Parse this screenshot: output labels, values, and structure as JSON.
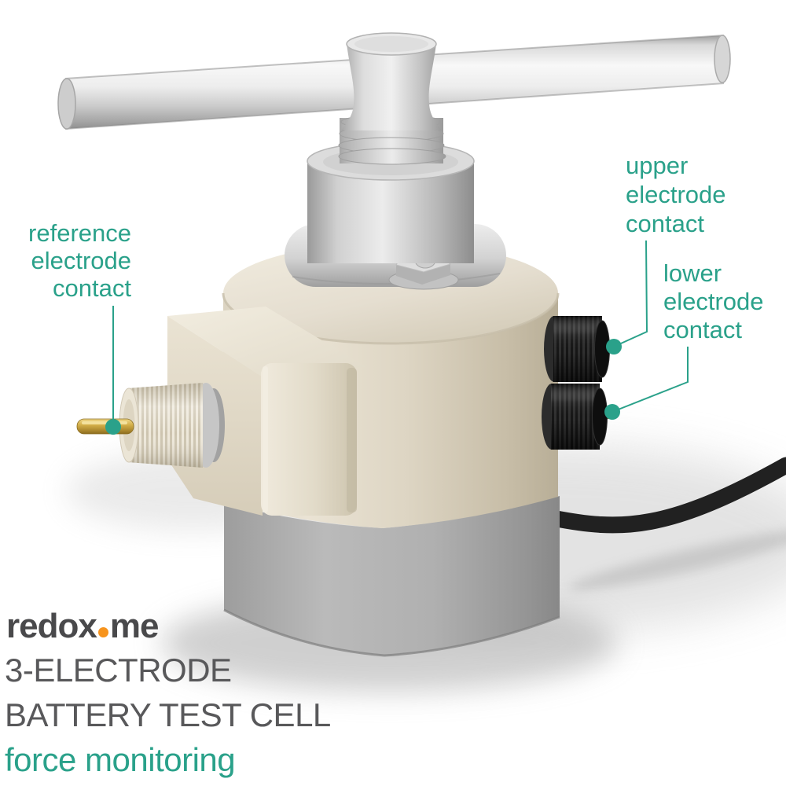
{
  "annotations": {
    "reference": {
      "lines": [
        "reference",
        "electrode",
        "contact"
      ]
    },
    "upper": {
      "lines": [
        "upper",
        "electrode",
        "contact"
      ]
    },
    "lower": {
      "lines": [
        "lower",
        "electrode",
        "contact"
      ]
    }
  },
  "branding": {
    "logo_part1": "redox",
    "logo_part2": "me"
  },
  "title": {
    "line1": "3-ELECTRODE",
    "line2": "BATTERY TEST CELL",
    "subtitle": "force monitoring"
  },
  "colors": {
    "annotation_teal": "#2aa18a",
    "logo_orange": "#f7941d",
    "logo_gray": "#49494b",
    "title_gray": "#58585a",
    "cell_cream": "#e7e0d0",
    "steel_gray": "#d9d9d9",
    "knob_black": "#1e1e1e",
    "pin_gold": "#cfa83f"
  }
}
